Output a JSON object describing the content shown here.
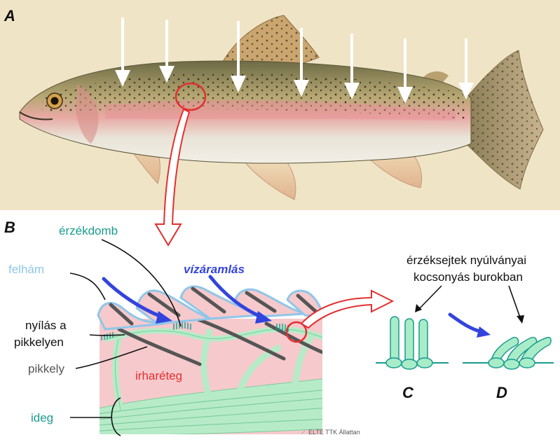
{
  "panels": {
    "a": "A",
    "b": "B",
    "c": "C",
    "d": "D"
  },
  "labels": {
    "erzekdomb": "érzékdomb",
    "felham": "felhám",
    "vizaramlas": "vízáramlás",
    "nyilas_line1": "nyílás a",
    "nyilas_line2": "pikkelyen",
    "pikkely": "pikkely",
    "irhareteg": "irharéteg",
    "ideg": "ideg",
    "sensory_line1": "érzéksejtek nyúlványai",
    "sensory_line2": "kocsonyás burokban"
  },
  "credit": "ELTE TTK Állattan",
  "colors": {
    "background_top": "#efe4c6",
    "teal": "#1a9b8e",
    "light_blue": "#8fc6ea",
    "blue_arrow": "#3344dd",
    "red": "#e23030",
    "pink": "#f6c9cc",
    "scale_gray": "#555555",
    "cupula_fill": "#a8ecc8"
  },
  "icons": [
    "downward-arrow-icon",
    "red-zoom-arrow-icon",
    "blue-flow-arrow-icon"
  ]
}
